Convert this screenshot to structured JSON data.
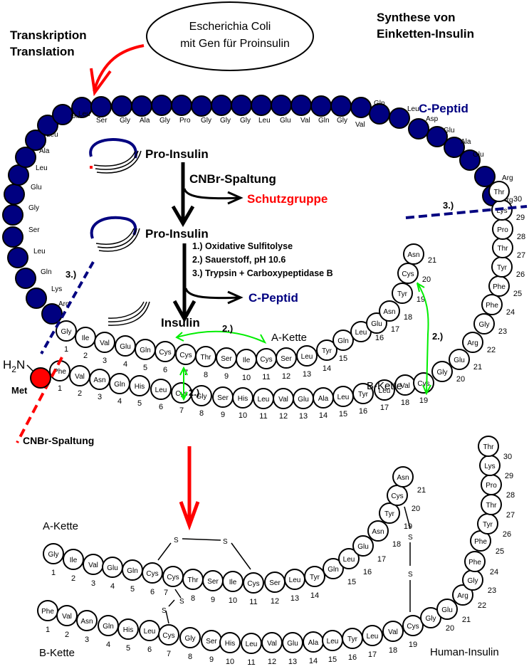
{
  "title": {
    "line1": "Synthese von",
    "line2": "Einketten-Insulin"
  },
  "left_title": {
    "line1": "Transkription",
    "line2": "Translation"
  },
  "ellipse": {
    "line1": "Escherichia Coli",
    "line2": "mit Gen für Proinsulin"
  },
  "cpeptide_label": "C-Peptid",
  "flow": {
    "proinsulin1": "Pro-Insulin",
    "cnbr": "CNBr-Spaltung",
    "schutzgruppe": "Schutzgruppe",
    "proinsulin2": "Pro-Insulin",
    "steps": [
      "1.) Oxidative Sulfitolyse",
      "2.) Sauerstoff, pH 10.6",
      "3.) Trypsin + Carboxypeptidase B"
    ],
    "cpeptid": "C-Peptid",
    "insulin": "Insulin"
  },
  "marks": {
    "step3_left": "3.)",
    "step3_right": "3.)",
    "step2_a": "2.)",
    "step2_b": "2.)",
    "step2_c": "2.)"
  },
  "met": {
    "h2n": "H",
    "sub": "2",
    "n": "N",
    "label": "Met"
  },
  "cnbr_cut": "CNBr-Spaltung",
  "chain_labels": {
    "a_top": "A-Kette",
    "b_top": "B-Kette",
    "a_bottom": "A-Kette",
    "b_bottom": "B-Kette",
    "human": "Human-Insulin"
  },
  "sulfur": "S",
  "colors": {
    "navy": "#000080",
    "red": "#ff0000",
    "green": "#00ee00"
  },
  "c_peptide_chain": [
    "Arg",
    "Lys",
    "Gln",
    "Leu",
    "Ser",
    "Gly",
    "Glu",
    "Leu",
    "Ala",
    "Leu",
    "Pro",
    "Gln",
    "Leu",
    "Ser",
    "Gly",
    "Ala",
    "Gly",
    "Pro",
    "Gly",
    "Gly",
    "Gly",
    "Leu",
    "Glu",
    "Val",
    "Gln",
    "Gly",
    "Val",
    "Gln",
    "Leu",
    "Asp",
    "Glu",
    "Ala",
    "Glu",
    "Arg",
    "Arg"
  ],
  "a_chain": [
    "Gly",
    "Ile",
    "Val",
    "Glu",
    "Gln",
    "Cys",
    "Cys",
    "Thr",
    "Ser",
    "Ile",
    "Cys",
    "Ser",
    "Leu",
    "Tyr",
    "Gln",
    "Leu",
    "Glu",
    "Asn",
    "Tyr",
    "Cys",
    "Asn"
  ],
  "b_chain": [
    "Phe",
    "Val",
    "Asn",
    "Gln",
    "His",
    "Leu",
    "Cys",
    "Gly",
    "Ser",
    "His",
    "Leu",
    "Val",
    "Glu",
    "Ala",
    "Leu",
    "Tyr",
    "Leu",
    "Val",
    "Cys",
    "Gly",
    "Glu",
    "Arg",
    "Gly",
    "Phe",
    "Phe",
    "Tyr",
    "Thr",
    "Pro",
    "Lys",
    "Thr"
  ]
}
